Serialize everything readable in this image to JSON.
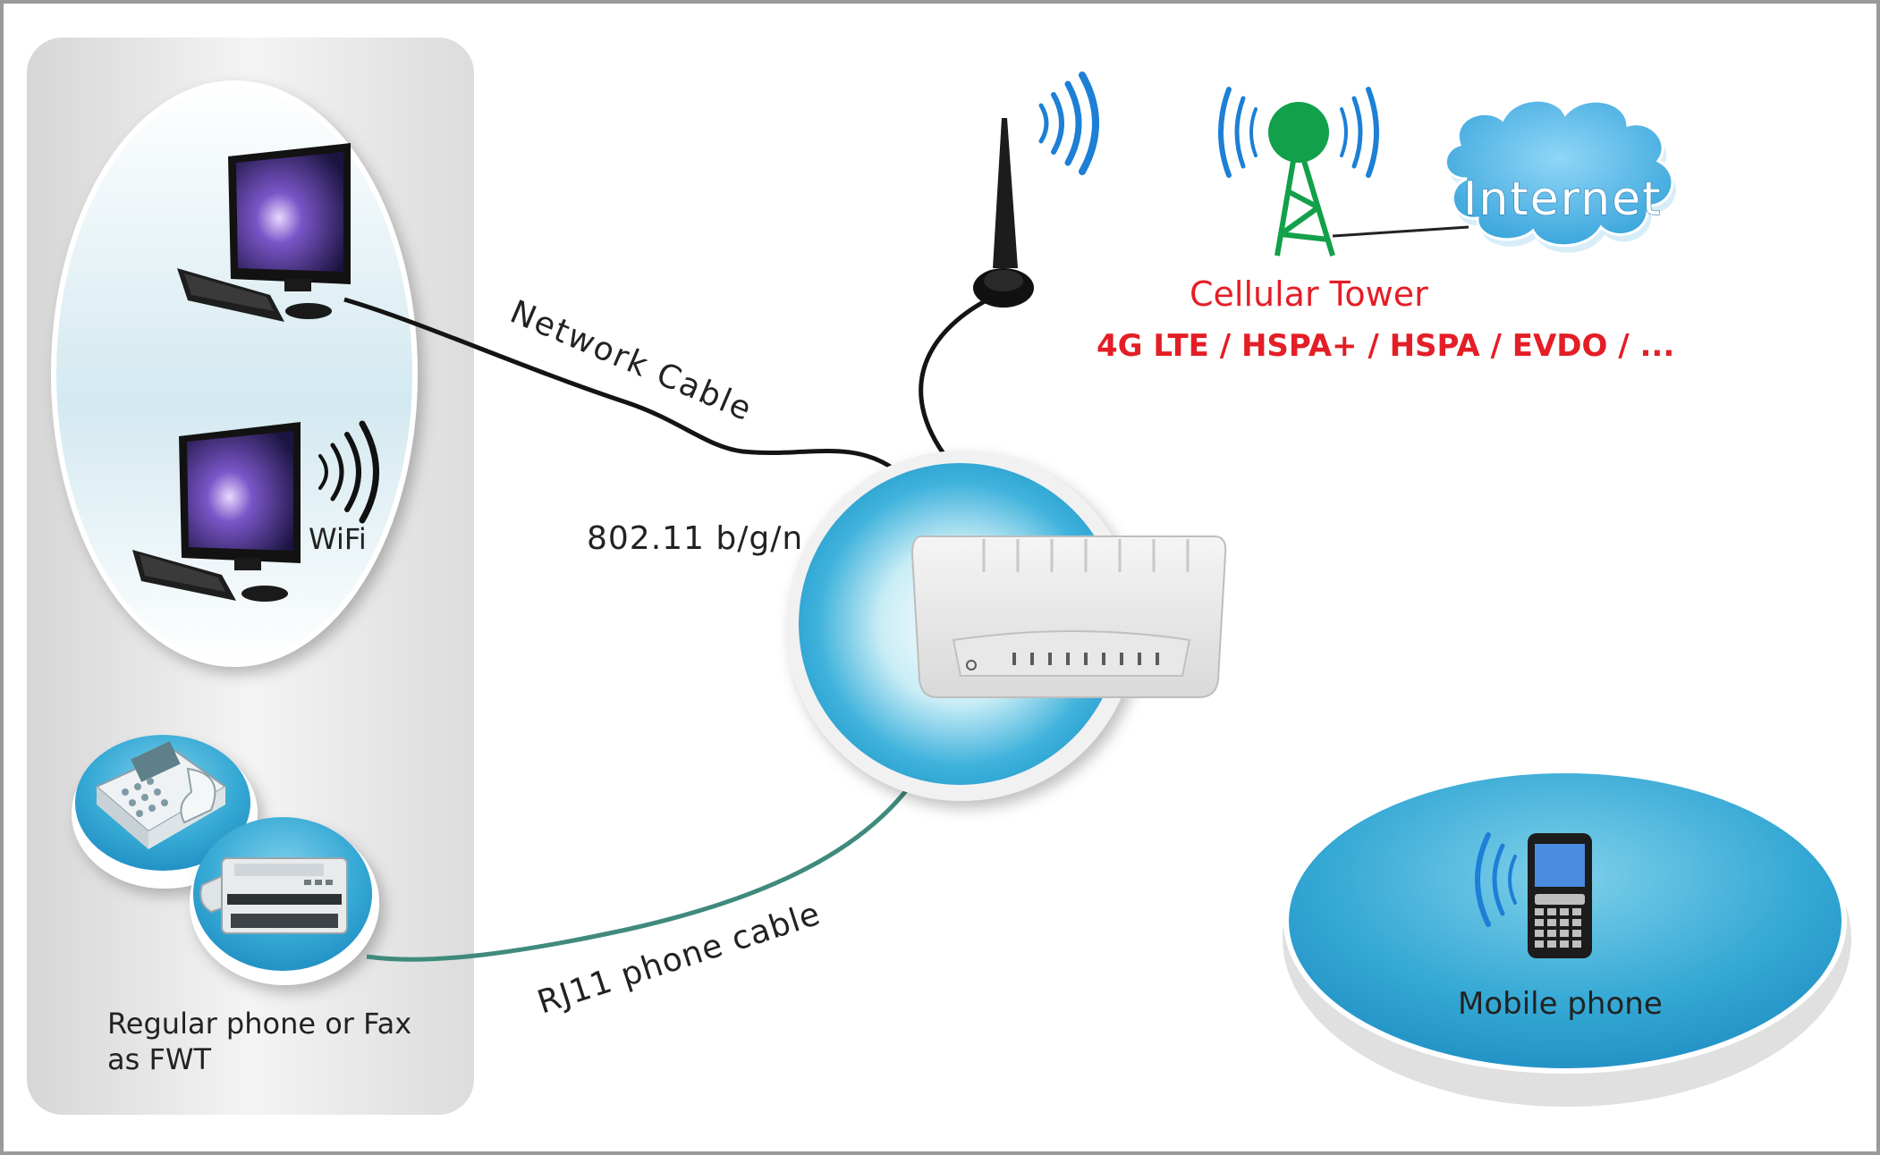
{
  "labels": {
    "network_cable": "Network Cable",
    "wifi_standard": "802.11 b/g/n",
    "wifi": "WiFi",
    "rj11": "RJ11 phone cable",
    "phone_line1": "Regular phone or Fax",
    "phone_line2": "as FWT",
    "cellular_tower": "Cellular Tower",
    "networks": "4G LTE / HSPA+ / HSPA / EVDO / ...",
    "internet": "Internet",
    "mobile_phone": "Mobile phone"
  },
  "colors": {
    "red": "#e41e26",
    "wifi_blue": "#1d7fd6",
    "tower_green": "#13a04a",
    "rj11_cable": "#3f8a7d",
    "cable": "#141414"
  }
}
